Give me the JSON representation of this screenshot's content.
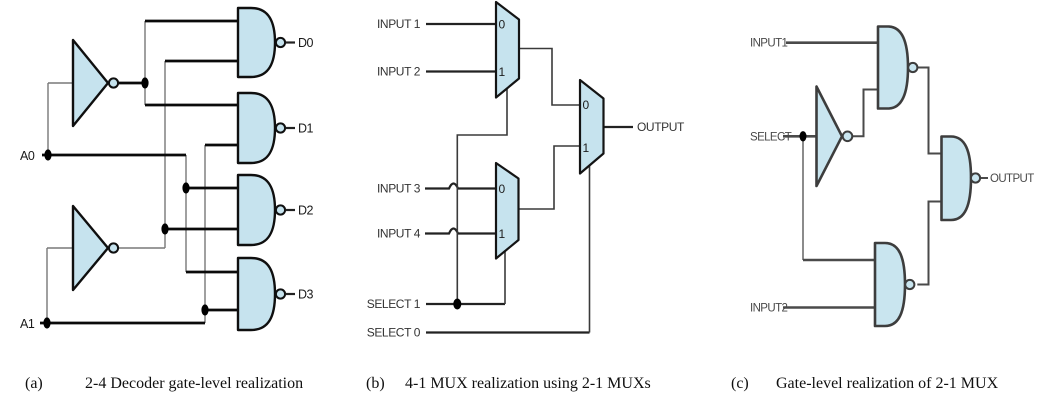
{
  "colors": {
    "background": "#ffffff",
    "gate_fill": "#c6e3ee",
    "stroke_dark": "#0a0a0a",
    "stroke_gray": "#787878",
    "panel_c_stroke": "#4a4a4a",
    "caption_color": "#101010"
  },
  "panel_a": {
    "caption_tag": "(a)",
    "caption": "2-4 Decoder gate-level realization",
    "labels": {
      "a0": "A0",
      "a1": "A1",
      "d0": "D0",
      "d1": "D1",
      "d2": "D2",
      "d3": "D3"
    }
  },
  "panel_b": {
    "caption_tag": "(b)",
    "caption": "4-1 MUX realization using 2-1 MUXs",
    "labels": {
      "input1": "INPUT 1",
      "input2": "INPUT 2",
      "input3": "INPUT 3",
      "input4": "INPUT 4",
      "select1": "SELECT 1",
      "select0": "SELECT 0",
      "output": "OUTPUT"
    },
    "mux_ports": {
      "p0": "0",
      "p1": "1"
    }
  },
  "panel_c": {
    "caption_tag": "(c)",
    "caption": "Gate-level realization of 2-1 MUX",
    "labels": {
      "input1": "INPUT1",
      "select": "SELECT",
      "input2": "INPUT2",
      "output": "OUTPUT"
    }
  }
}
